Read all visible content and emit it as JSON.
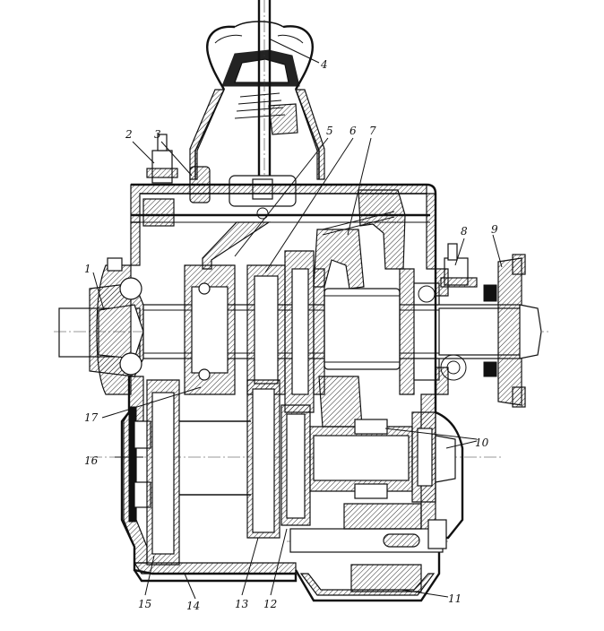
{
  "figure": {
    "callouts": [
      {
        "id": "c1",
        "text": "1"
      },
      {
        "id": "c2",
        "text": "2"
      },
      {
        "id": "c3",
        "text": "3"
      },
      {
        "id": "c4",
        "text": "4"
      },
      {
        "id": "c5",
        "text": "5"
      },
      {
        "id": "c6",
        "text": "6"
      },
      {
        "id": "c7",
        "text": "7"
      },
      {
        "id": "c8",
        "text": "8"
      },
      {
        "id": "c9",
        "text": "9"
      },
      {
        "id": "c10",
        "text": "10"
      },
      {
        "id": "c11",
        "text": "11"
      },
      {
        "id": "c12",
        "text": "12"
      },
      {
        "id": "c13",
        "text": "13"
      },
      {
        "id": "c14",
        "text": "14"
      },
      {
        "id": "c15",
        "text": "15"
      },
      {
        "id": "c16",
        "text": "16"
      },
      {
        "id": "c17",
        "text": "17"
      }
    ]
  }
}
